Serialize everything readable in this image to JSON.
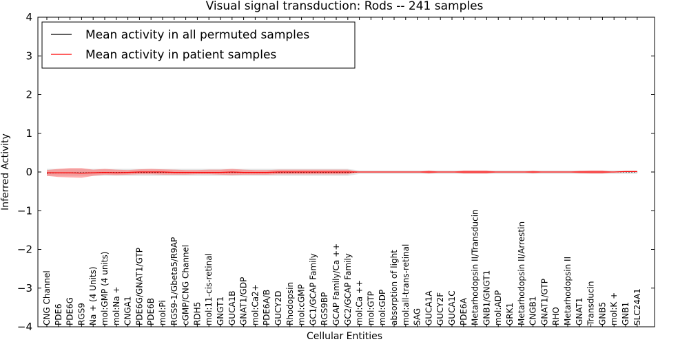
{
  "chart_data": {
    "type": "line",
    "title": "Visual signal transduction: Rods -- 241 samples",
    "xlabel": "Cellular Entities",
    "ylabel": "Inferred Activity",
    "ylim": [
      -4,
      4
    ],
    "yticks": [
      4,
      3,
      2,
      1,
      0,
      -1,
      -2,
      -3,
      -4
    ],
    "ytick_labels": [
      "4",
      "3",
      "2",
      "1",
      "0",
      "−1",
      "−2",
      "−3",
      "−4"
    ],
    "grid": false,
    "legend_position": "top-left",
    "categories": [
      "CNG Channel",
      "PDE6",
      "PDE6G",
      "RGS9",
      "Na + (4 Units)",
      "mol:GMP (4 units)",
      "mol:Na +",
      "CNGA1",
      "PDE6G/GNAT1/GTP",
      "PDE6B",
      "mol:Pi",
      "RGS9-1/Gbeta5/R9AP",
      "cGMP/CNG Channel",
      "RDH5",
      "mol:11-cis-retinal",
      "GNGT1",
      "GUCA1B",
      "GNAT1/GDP",
      "mol:Ca2+",
      "PDE6A/B",
      "GUCY2D",
      "Rhodopsin",
      "mol:cGMP",
      "GC1/GCAP Family",
      "RGS9BP",
      "GCAP Family/Ca ++",
      "GC2/GCAP Family",
      "mol:Ca ++",
      "mol:GTP",
      "mol:GDP",
      "absorption of light",
      "mol:all-trans-retinal",
      "SAG",
      "GUCA1A",
      "GUCY2F",
      "GUCA1C",
      "PDE6A",
      "Metarhodopsin II/Transducin",
      "GNB1/GNGT1",
      "mol:ADP",
      "GRK1",
      "Metarhodopsin II/Arrestin",
      "CNGB1",
      "GNAT1/GTP",
      "RHO",
      "Metarhodopsin II",
      "GNAT1",
      "Transducin",
      "GNB5",
      "mol:K +",
      "GNB1",
      "SLC24A1"
    ],
    "series": [
      {
        "name": "Mean activity in all permuted samples",
        "color": "#000000",
        "values": [
          -0.03,
          -0.02,
          -0.02,
          -0.02,
          -0.02,
          -0.01,
          -0.01,
          -0.01,
          -0.01,
          -0.01,
          -0.01,
          -0.01,
          -0.01,
          -0.01,
          -0.01,
          -0.01,
          -0.01,
          -0.01,
          -0.01,
          -0.01,
          -0.01,
          -0.01,
          -0.01,
          -0.01,
          -0.01,
          -0.01,
          -0.01,
          0,
          0,
          0,
          0,
          0,
          0,
          0,
          0,
          0,
          0,
          0,
          0,
          0,
          0,
          0,
          0,
          0,
          0,
          0,
          0,
          0,
          0,
          0,
          0,
          0
        ],
        "band_lower": [
          -0.1,
          -0.1,
          -0.1,
          -0.1,
          -0.1,
          -0.1,
          -0.1,
          -0.1,
          -0.1,
          -0.1,
          -0.1,
          -0.1,
          -0.1,
          -0.1,
          -0.1,
          -0.1,
          -0.1,
          -0.1,
          -0.1,
          -0.1,
          -0.1,
          -0.1,
          -0.1,
          -0.1,
          -0.1,
          -0.1,
          -0.1,
          -0.05,
          -0.05,
          -0.05,
          -0.05,
          -0.05,
          -0.05,
          -0.05,
          -0.05,
          -0.05,
          -0.05,
          -0.05,
          -0.05,
          -0.05,
          -0.05,
          -0.05,
          -0.05,
          -0.05,
          -0.05,
          -0.05,
          -0.05,
          -0.05,
          -0.05,
          -0.05,
          -0.05,
          -0.05
        ],
        "band_upper": [
          0.08,
          0.08,
          0.08,
          0.08,
          0.08,
          0.08,
          0.08,
          0.08,
          0.08,
          0.08,
          0.08,
          0.08,
          0.08,
          0.08,
          0.08,
          0.08,
          0.08,
          0.08,
          0.08,
          0.08,
          0.08,
          0.08,
          0.08,
          0.08,
          0.08,
          0.08,
          0.08,
          0.04,
          0.04,
          0.04,
          0.04,
          0.04,
          0.04,
          0.04,
          0.04,
          0.04,
          0.04,
          0.04,
          0.04,
          0.04,
          0.04,
          0.04,
          0.04,
          0.04,
          0.04,
          0.04,
          0.04,
          0.04,
          0.04,
          0.04,
          0.04,
          0.04
        ]
      },
      {
        "name": "Mean activity in patient samples",
        "color": "#ff0000",
        "values": [
          -0.02,
          -0.02,
          -0.02,
          -0.03,
          -0.02,
          -0.01,
          -0.02,
          -0.01,
          0,
          0,
          0,
          -0.01,
          -0.01,
          -0.01,
          -0.01,
          -0.01,
          0,
          -0.01,
          -0.01,
          -0.01,
          0,
          0,
          0,
          0,
          0,
          0,
          0,
          0,
          0,
          0,
          0,
          0,
          0,
          0,
          0,
          0,
          0,
          0,
          0,
          0,
          0,
          0,
          0,
          0,
          0,
          0,
          0,
          0,
          0,
          0,
          0.01,
          0.01
        ],
        "band_lower": [
          -0.1,
          -0.13,
          -0.14,
          -0.15,
          -0.1,
          -0.07,
          -0.08,
          -0.07,
          -0.06,
          -0.06,
          -0.07,
          -0.07,
          -0.07,
          -0.06,
          -0.06,
          -0.07,
          -0.08,
          -0.07,
          -0.07,
          -0.07,
          -0.06,
          -0.06,
          -0.06,
          -0.06,
          -0.06,
          -0.06,
          -0.06,
          0,
          0,
          0,
          0,
          0,
          0,
          -0.04,
          0,
          0,
          -0.04,
          -0.04,
          -0.04,
          0,
          0,
          0,
          -0.03,
          0,
          0,
          0,
          -0.03,
          -0.04,
          -0.04,
          0,
          0,
          0
        ],
        "band_upper": [
          0.05,
          0.08,
          0.1,
          0.1,
          0.06,
          0.08,
          0.06,
          0.05,
          0.07,
          0.08,
          0.07,
          0.06,
          0.05,
          0.05,
          0.06,
          0.06,
          0.08,
          0.06,
          0.05,
          0.05,
          0.06,
          0.06,
          0.06,
          0.06,
          0.06,
          0.06,
          0.06,
          0,
          0,
          0,
          0,
          0,
          0,
          0.04,
          0,
          0,
          0.04,
          0.04,
          0.04,
          0,
          0,
          0,
          0.03,
          0,
          0,
          0,
          0.03,
          0.04,
          0.04,
          0,
          0.02,
          0.02
        ]
      }
    ]
  }
}
